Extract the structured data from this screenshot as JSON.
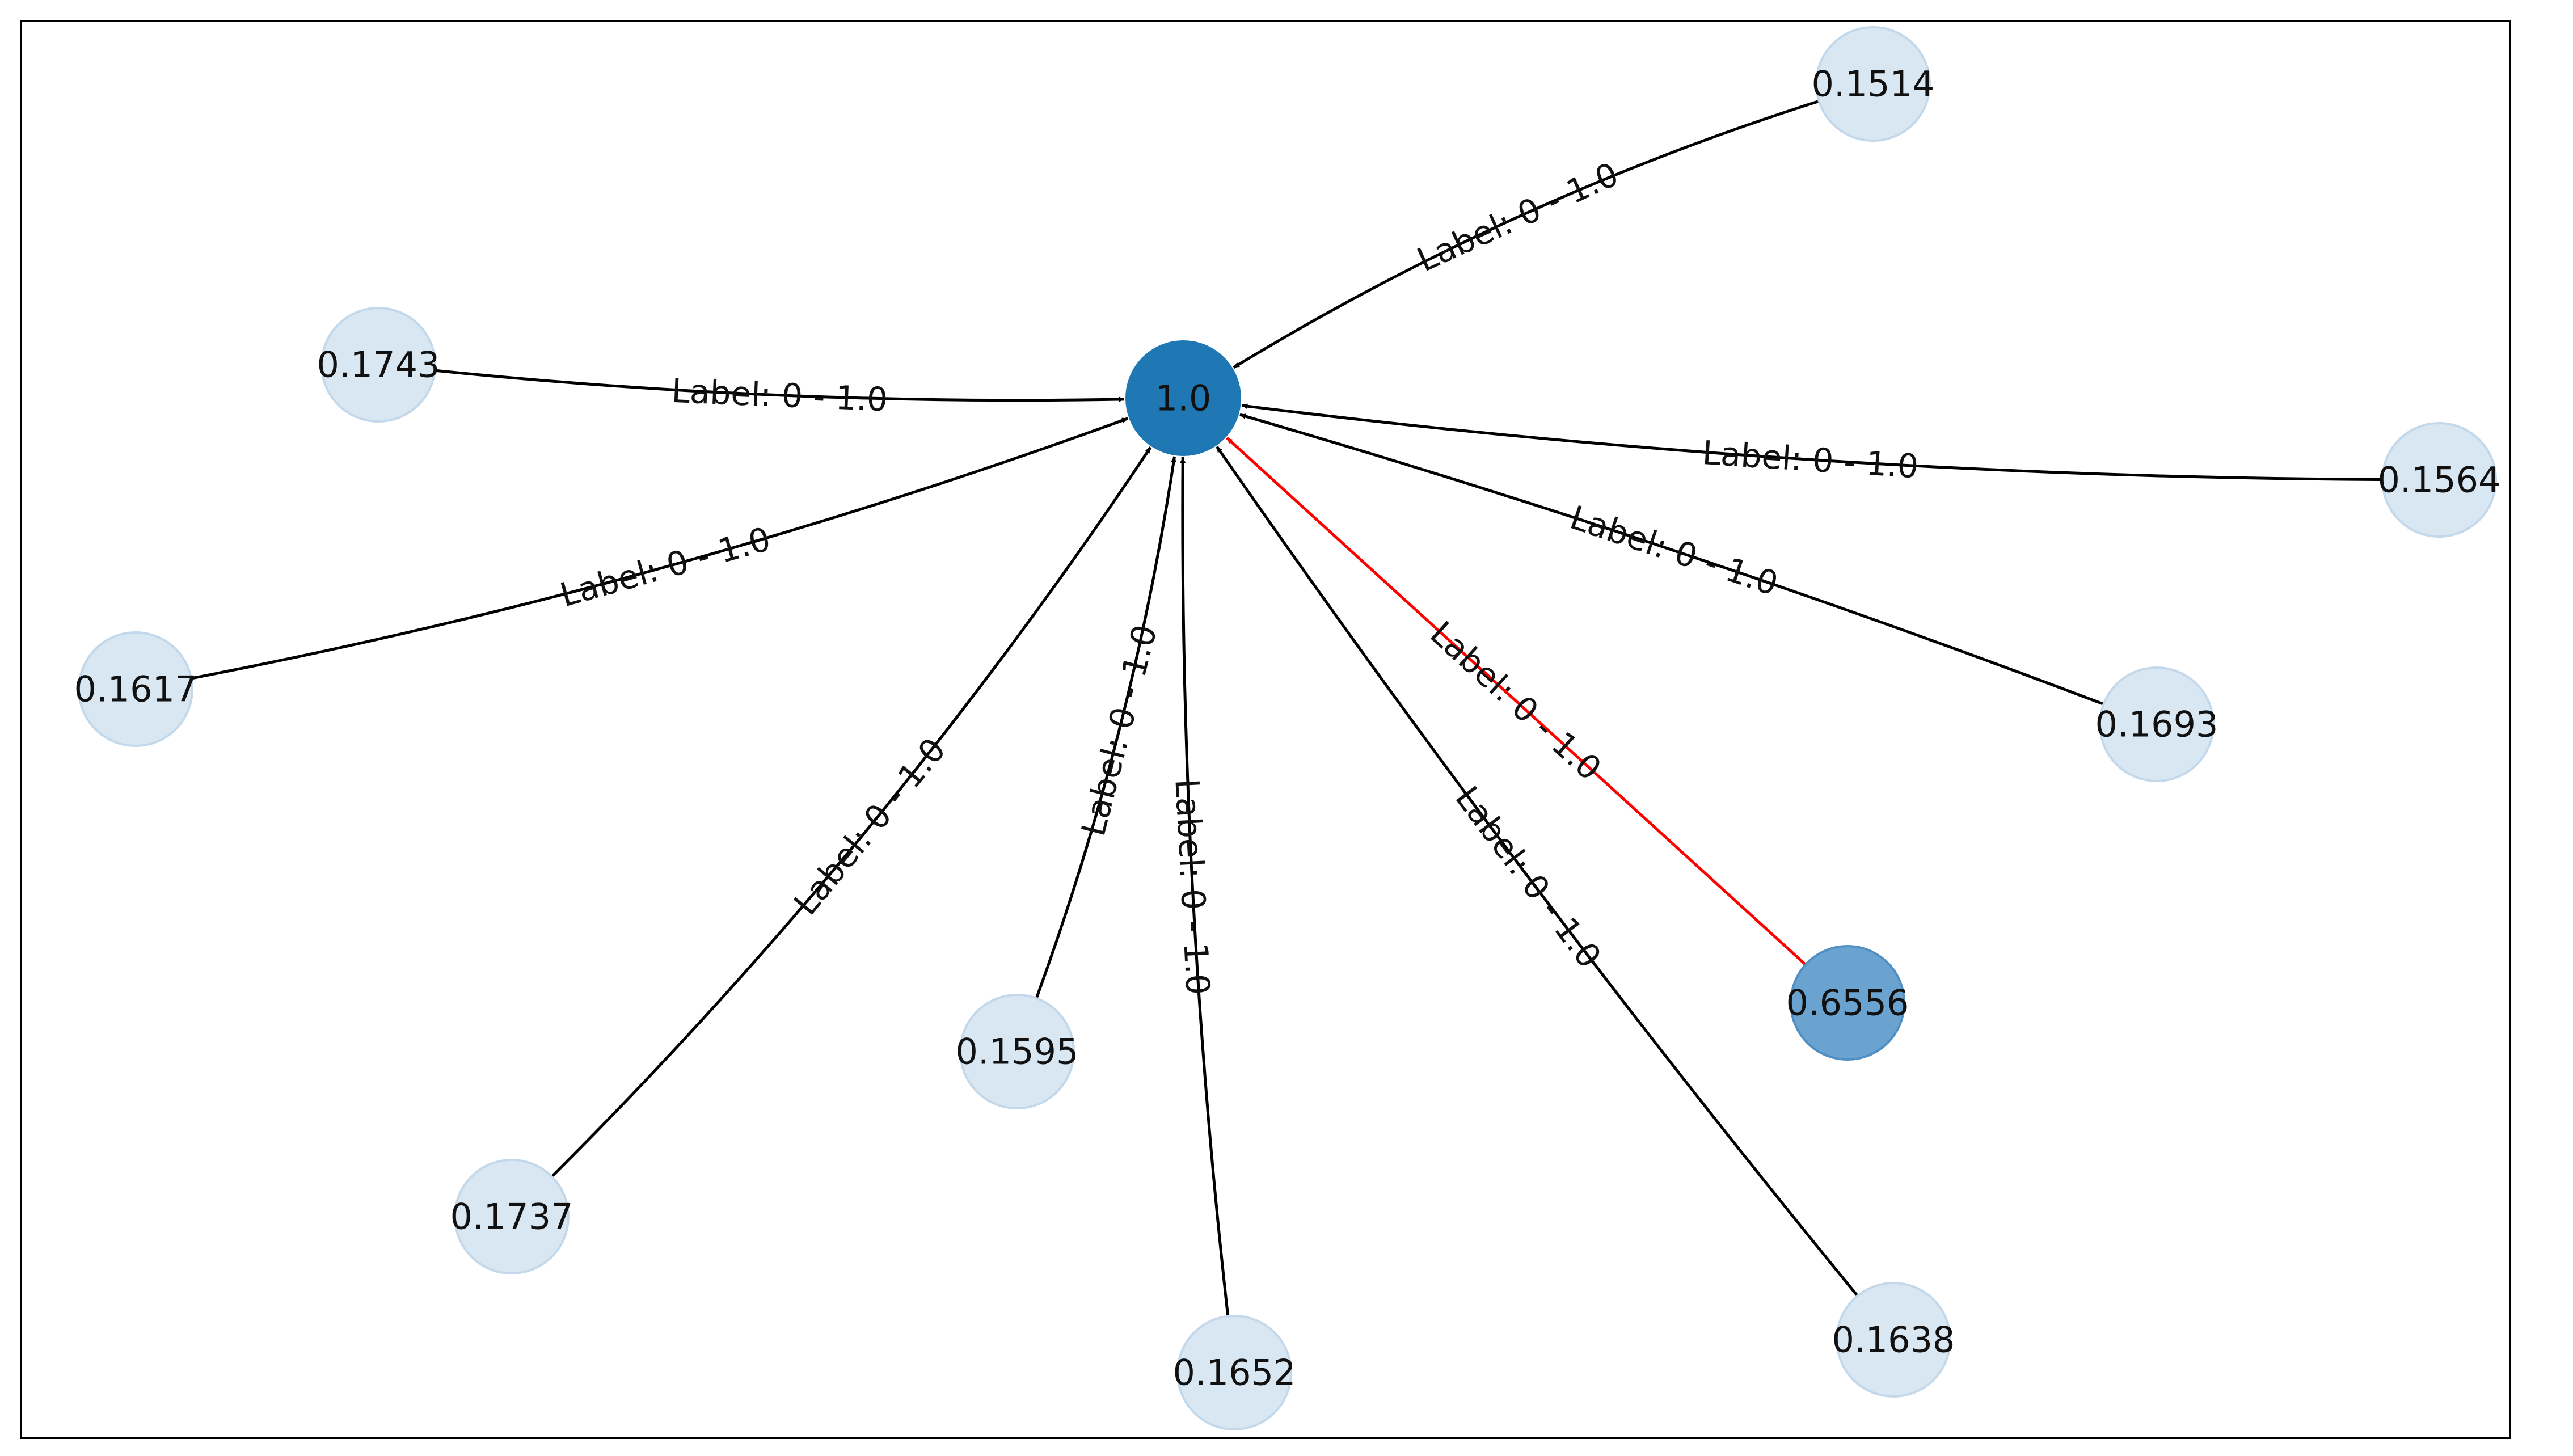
{
  "colors": {
    "center_node": "#1f77b4",
    "mid_node": "#6aa3d0",
    "light_node": "#d9e7f2",
    "edge": "#000000",
    "highlight_edge": "#ff0000",
    "background": "#ffffff"
  },
  "nodes": [
    {
      "id": "center",
      "label": "1.0",
      "level": "center"
    },
    {
      "id": "n1514",
      "label": "0.1514",
      "level": "light"
    },
    {
      "id": "n1743",
      "label": "0.1743",
      "level": "light"
    },
    {
      "id": "n1564",
      "label": "0.1564",
      "level": "light"
    },
    {
      "id": "n1617",
      "label": "0.1617",
      "level": "light"
    },
    {
      "id": "n1693",
      "label": "0.1693",
      "level": "light"
    },
    {
      "id": "n6556",
      "label": "0.6556",
      "level": "mid"
    },
    {
      "id": "n1595",
      "label": "0.1595",
      "level": "light"
    },
    {
      "id": "n1737",
      "label": "0.1737",
      "level": "light"
    },
    {
      "id": "n1652",
      "label": "0.1652",
      "level": "light"
    },
    {
      "id": "n1638",
      "label": "0.1638",
      "level": "light"
    }
  ],
  "edges": [
    {
      "from": "n1514",
      "to": "center",
      "label": "Label: 0 - 1.0",
      "highlight": false
    },
    {
      "from": "n1743",
      "to": "center",
      "label": "Label: 0 - 1.0",
      "highlight": false
    },
    {
      "from": "n1564",
      "to": "center",
      "label": "Label: 0 - 1.0",
      "highlight": false
    },
    {
      "from": "n1617",
      "to": "center",
      "label": "Label: 0 - 1.0",
      "highlight": false
    },
    {
      "from": "n1693",
      "to": "center",
      "label": "Label: 0 - 1.0",
      "highlight": false
    },
    {
      "from": "n6556",
      "to": "center",
      "label": "Label: 0 - 1.0",
      "highlight": true
    },
    {
      "from": "n1595",
      "to": "center",
      "label": "Label: 0 - 1.0",
      "highlight": false
    },
    {
      "from": "n1737",
      "to": "center",
      "label": "Label: 0 - 1.0",
      "highlight": false
    },
    {
      "from": "n1652",
      "to": "center",
      "label": "Label: 0 - 1.0",
      "highlight": false
    },
    {
      "from": "n1638",
      "to": "center",
      "label": "Label: 0 - 1.0",
      "highlight": false
    }
  ]
}
